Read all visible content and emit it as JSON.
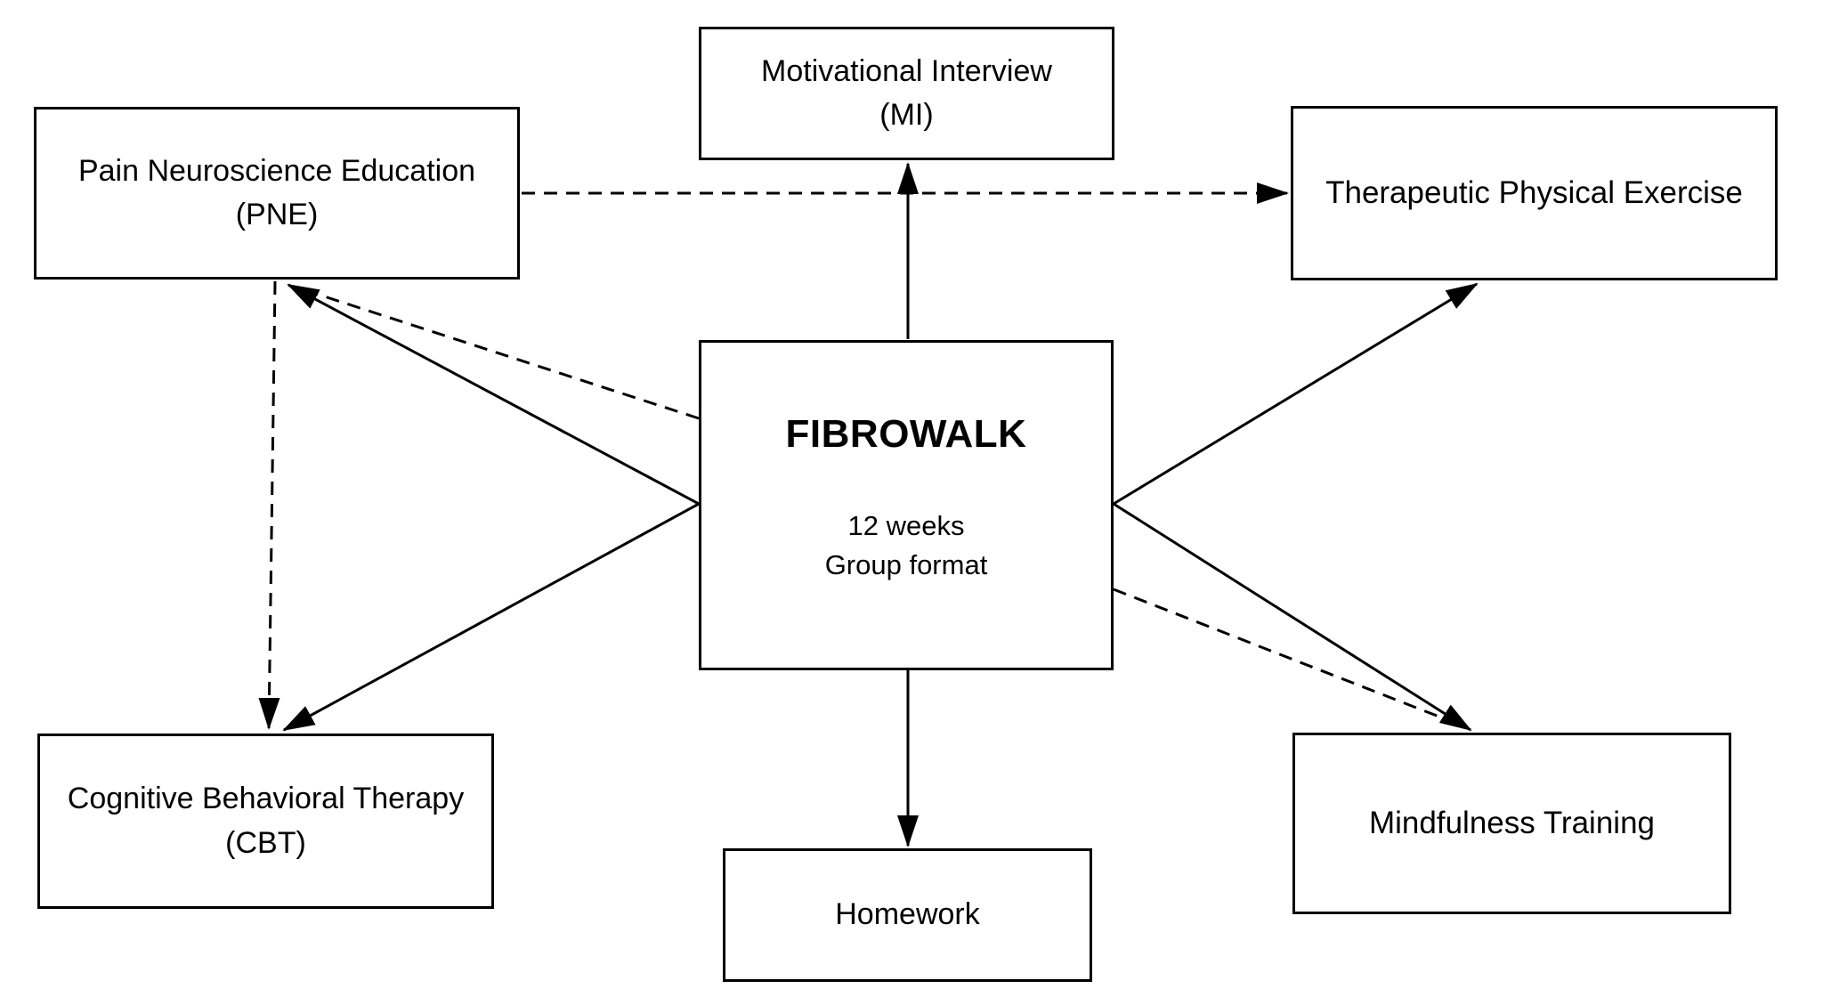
{
  "diagram": {
    "background_color": "#ffffff",
    "line_color": "#000000",
    "nodes": {
      "mi": {
        "line1": "Motivational Interview",
        "line2": "(MI)"
      },
      "pne": {
        "line1": "Pain Neuroscience Education",
        "line2": "(PNE)"
      },
      "tpe": {
        "line1": "Therapeutic Physical Exercise"
      },
      "fibrowalk": {
        "title": "FIBROWALK",
        "detail1": "12 weeks",
        "detail2": "Group format"
      },
      "cbt": {
        "line1": "Cognitive Behavioral Therapy",
        "line2": "(CBT)"
      },
      "mindfulness": {
        "line1": "Mindfulness Training"
      },
      "homework": {
        "line1": "Homework"
      }
    },
    "edges": [
      {
        "id": "fibrowalk-to-mi",
        "from": "fibrowalk",
        "to": "mi",
        "style": "solid",
        "arrowhead": true
      },
      {
        "id": "fibrowalk-to-homework",
        "from": "fibrowalk",
        "to": "homework",
        "style": "solid",
        "arrowhead": true
      },
      {
        "id": "fibrowalk-to-pne-solid",
        "from": "fibrowalk",
        "to": "pne",
        "style": "solid",
        "arrowhead": true
      },
      {
        "id": "fibrowalk-to-pne-dashed",
        "from": "fibrowalk",
        "to": "pne",
        "style": "dashed",
        "arrowhead": false
      },
      {
        "id": "fibrowalk-to-cbt",
        "from": "fibrowalk",
        "to": "cbt",
        "style": "solid",
        "arrowhead": true
      },
      {
        "id": "pne-to-cbt",
        "from": "pne",
        "to": "cbt",
        "style": "dashed",
        "arrowhead": true
      },
      {
        "id": "pne-to-tpe",
        "from": "pne",
        "to": "tpe",
        "style": "dashed",
        "arrowhead": true
      },
      {
        "id": "fibrowalk-to-tpe",
        "from": "fibrowalk",
        "to": "tpe",
        "style": "solid",
        "arrowhead": true
      },
      {
        "id": "fibrowalk-to-mindfulness-solid",
        "from": "fibrowalk",
        "to": "mindfulness",
        "style": "solid",
        "arrowhead": true
      },
      {
        "id": "fibrowalk-to-mindfulness-dashed",
        "from": "fibrowalk",
        "to": "mindfulness",
        "style": "dashed",
        "arrowhead": false
      }
    ]
  }
}
